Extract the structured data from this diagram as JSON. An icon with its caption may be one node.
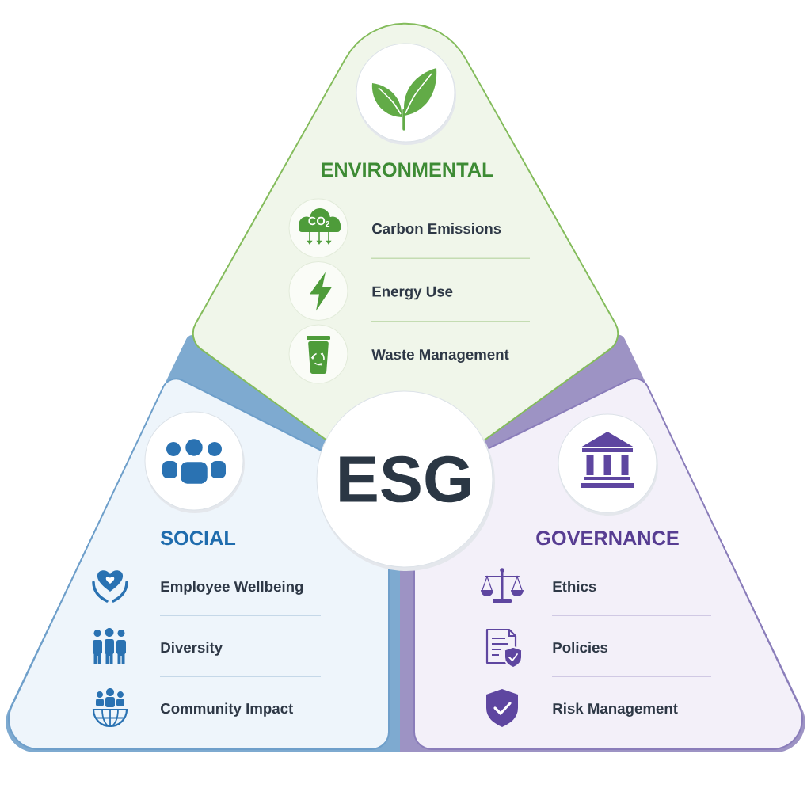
{
  "diagram": {
    "nodes": [
      {
        "text": [
          "ENVIRONMENTAL",
          "Carbon Emissions",
          "Energy Use",
          "Waste Management"
        ]
      },
      {
        "text": [
          "SOCIAL",
          "Employee Wellbeing",
          "Diversity",
          "Community Impact"
        ]
      },
      {
        "text": [
          "GOVERNANCE",
          "Ethics",
          "Policies",
          "Risk Management"
        ]
      },
      {
        "text": [
          "ESG"
        ]
      }
    ],
    "labels": [
      "CO$_{2}$"
    ]
  }
}
